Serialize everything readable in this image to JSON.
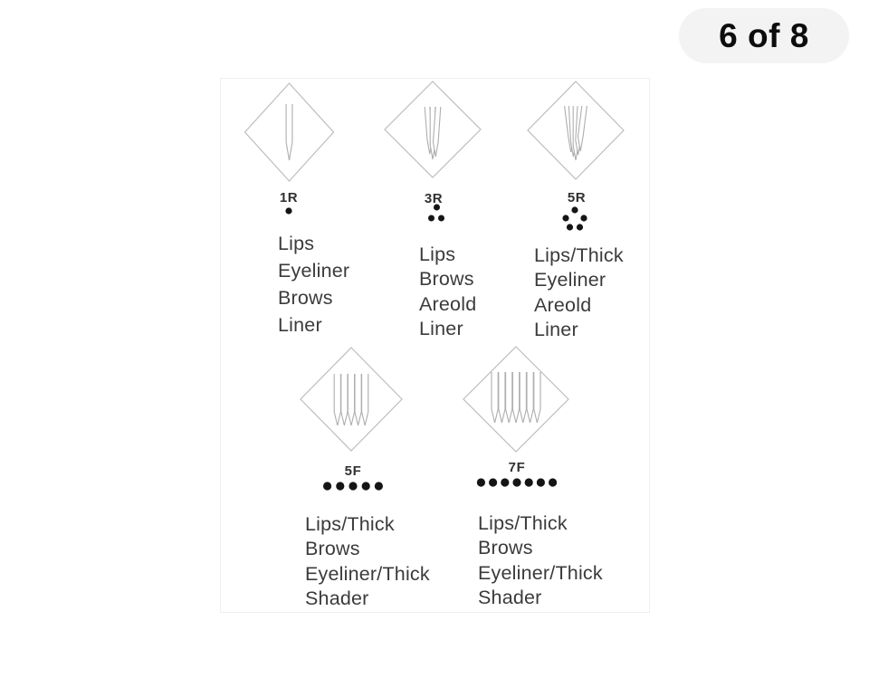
{
  "badge": {
    "text": "6 of 8"
  },
  "colors": {
    "badge_bg": "#f3f3f3",
    "badge_text": "#0d0d0d",
    "panel_border": "#efefef",
    "diamond_stroke": "#bdbdbd",
    "needle_stroke": "#aeaeae",
    "dot_color": "#151515",
    "label_color": "#303030",
    "uses_color": "#3b3b3b"
  },
  "needle_chart": {
    "items": [
      {
        "code": "1R",
        "needle_count": 1,
        "needle_type": "round",
        "dot_pattern": "single",
        "uses": [
          "Lips",
          "Eyeliner",
          "Brows",
          "Liner"
        ]
      },
      {
        "code": "3R",
        "needle_count": 3,
        "needle_type": "round",
        "dot_pattern": "triangle",
        "uses": [
          "Lips",
          "Brows",
          "Areold",
          "Liner"
        ]
      },
      {
        "code": "5R",
        "needle_count": 5,
        "needle_type": "round",
        "dot_pattern": "pentagon",
        "uses": [
          "Lips/Thick",
          "Eyeliner",
          "Areold",
          "Liner"
        ]
      },
      {
        "code": "5F",
        "needle_count": 5,
        "needle_type": "flat",
        "dot_pattern": "row",
        "uses": [
          "Lips/Thick",
          "Brows",
          "Eyeliner/Thick",
          "Shader"
        ]
      },
      {
        "code": "7F",
        "needle_count": 7,
        "needle_type": "flat",
        "dot_pattern": "row",
        "uses": [
          "Lips/Thick",
          "Brows",
          "Eyeliner/Thick",
          "Shader"
        ]
      }
    ]
  }
}
